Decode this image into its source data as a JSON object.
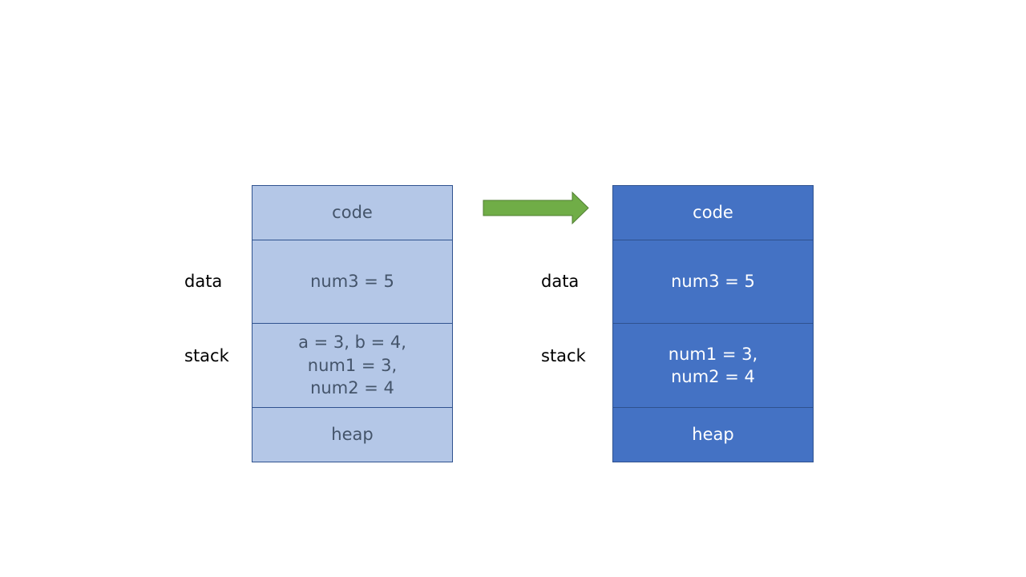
{
  "colors": {
    "light_fill": "#b4c7e7",
    "light_text": "#44546a",
    "dark_fill": "#4472c4",
    "dark_text": "#ffffff",
    "border": "#2f528f",
    "arrow": "#70ad47"
  },
  "left": {
    "labels": {
      "data": "data",
      "stack": "stack"
    },
    "segments": {
      "code": "code",
      "data": "num3 = 5",
      "stack": "a = 3, b = 4,\nnum1 = 3,\nnum2 = 4",
      "heap": "heap"
    }
  },
  "right": {
    "labels": {
      "data": "data",
      "stack": "stack"
    },
    "segments": {
      "code": "code",
      "data": "num3 = 5",
      "stack": "num1 = 3,\nnum2 = 4",
      "heap": "heap"
    }
  },
  "arrow_icon": "right-arrow-icon"
}
